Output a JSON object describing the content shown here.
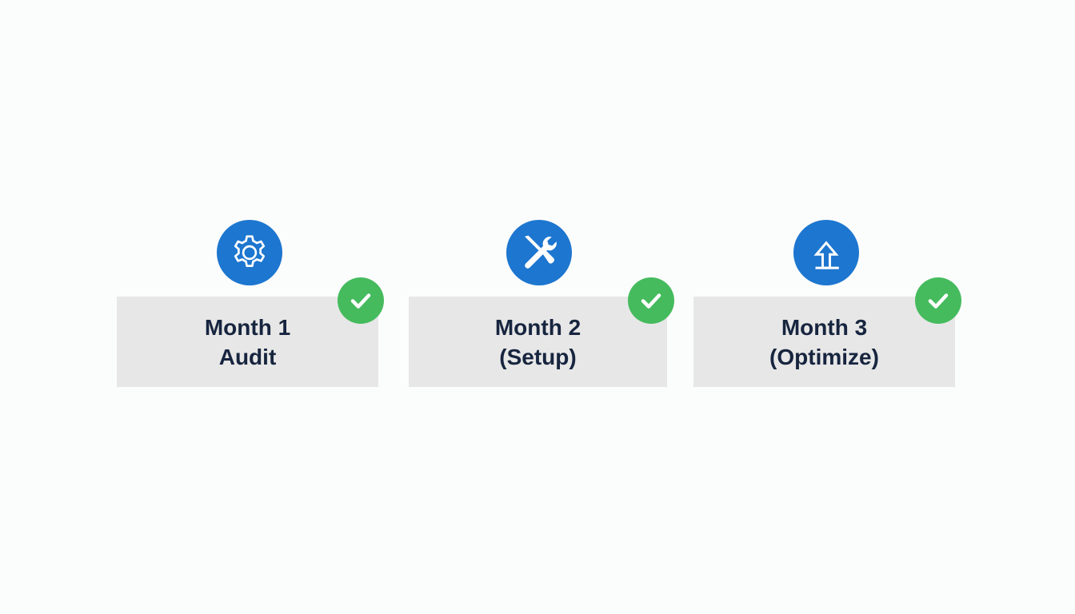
{
  "colors": {
    "background": "#fbfcfc",
    "icon_circle": "#1d76cf",
    "card": "#e7e7e7",
    "text": "#17253f",
    "check": "#45bb5d"
  },
  "steps": [
    {
      "icon": "gear-icon",
      "line1": "Month 1",
      "line2": "Audit",
      "status": "check-icon"
    },
    {
      "icon": "tools-icon",
      "line1": "Month 2",
      "line2": "(Setup)",
      "status": "check-icon"
    },
    {
      "icon": "upload-arrow-icon",
      "line1": "Month 3",
      "line2": "(Optimize)",
      "status": "check-icon"
    }
  ]
}
